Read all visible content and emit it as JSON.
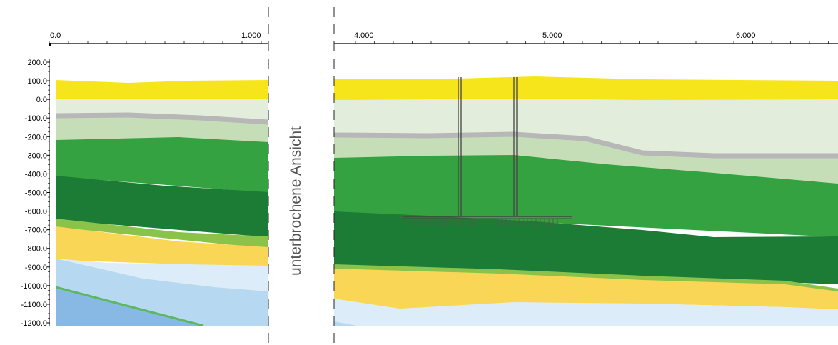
{
  "section_note": "unterbrochene Ansicht",
  "chart_data": {
    "type": "area",
    "title": "",
    "top_axis": {
      "left_panel": {
        "tick_labels": [
          "0.0",
          "1.000"
        ]
      },
      "right_panel": {
        "tick_labels": [
          "4.000",
          "5.000",
          "6.000"
        ]
      }
    },
    "y_axis": {
      "range": [
        -1200,
        200
      ],
      "tick_labels": [
        "200.0",
        "100.0",
        "0.0",
        "-100.0",
        "-200.0",
        "-300.0",
        "-400.0",
        "-500.0",
        "-600.0",
        "-700.0",
        "-800.0",
        "-900.0",
        "-1000.0",
        "-1100.0",
        "-1200.0"
      ]
    },
    "layer_colors": {
      "top_yellow": "#f7e51c",
      "pale_green": "#e2eedb",
      "grey_band": "#b7b7b7",
      "light_green": "#c5deb8",
      "mid_green": "#34a241",
      "dark_green": "#1c7c36",
      "lime": "#8bc34a",
      "sand": "#f9d656",
      "light_blue": "#b7d8f1",
      "pale_blue": "#dcecf9",
      "blue": "#87b9e4",
      "green_line": "#5cb85c"
    }
  }
}
